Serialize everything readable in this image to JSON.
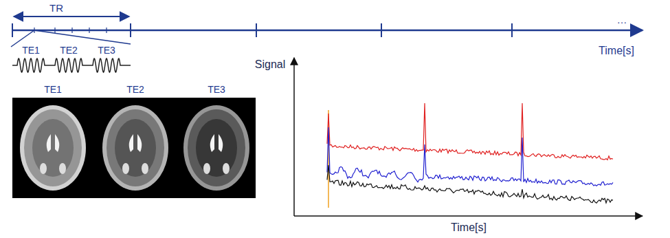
{
  "diagram": {
    "labels": [
      "TR",
      "TE1",
      "TE2",
      "TE3",
      "…",
      "Time[s]",
      "TE1",
      "TE2",
      "TE3",
      "Signal",
      "Time[s]"
    ]
  }
}
